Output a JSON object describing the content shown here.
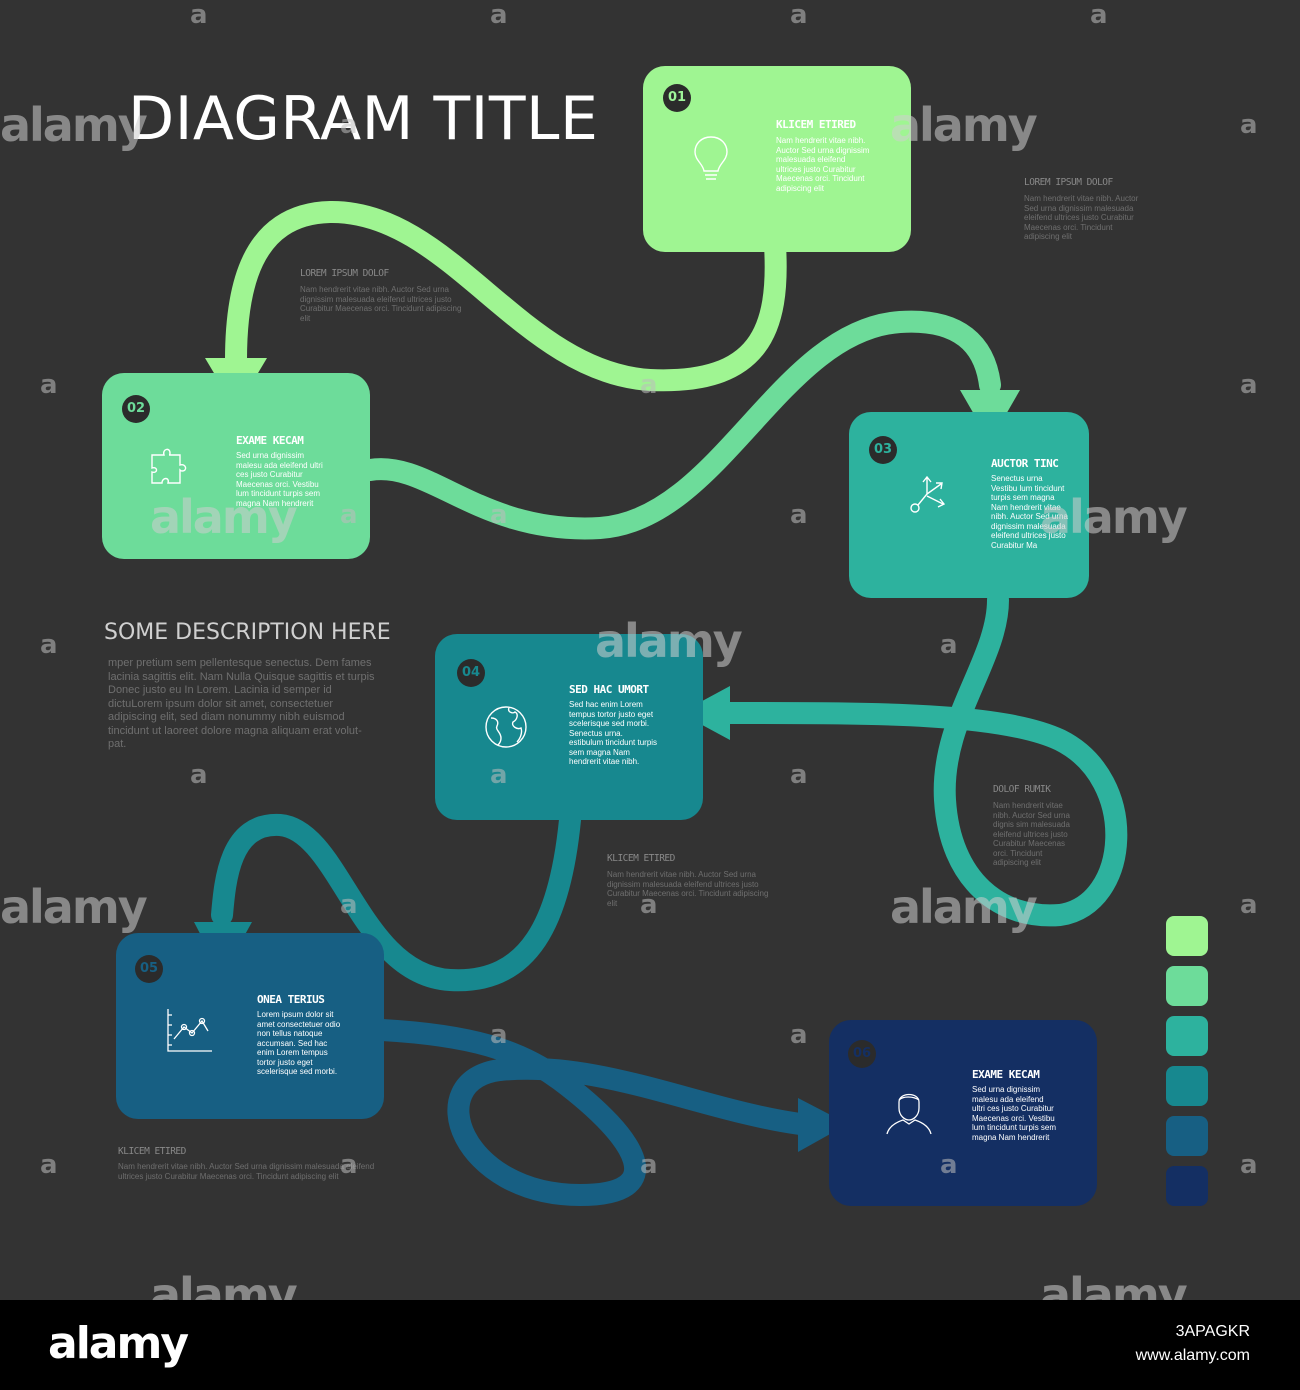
{
  "title": "DIAGRAM TITLE",
  "colors": {
    "background": "#333333",
    "step1": "#9ff592",
    "step2": "#6ddc9a",
    "step3": "#2db29e",
    "step4": "#17888f",
    "step5": "#175f83",
    "step6": "#142f63",
    "footer": "#000000"
  },
  "steps": [
    {
      "number": "01",
      "title": "KLICEM ETIRED",
      "text": "Nam hendrerit vitae nibh. Auctor Sed urna dignissim malesuada eleifend ultrices justo Curabitur Maecenas orci. Tincidunt adipiscing elit",
      "icon": "lightbulb-icon"
    },
    {
      "number": "02",
      "title": "EXAME KECAM",
      "text": "Sed urna dignissim malesu ada eleifend ultri ces justo Curabitur Maecenas orci. Vestibu lum tincidunt turpis sem magna Nam hendrerit",
      "icon": "puzzle-icon"
    },
    {
      "number": "03",
      "title": "AUCTOR TINC",
      "text": "Senectus urna Vestibu lum tincidunt turpis sem magna Nam hendrerit vitae nibh. Auctor Sed urna dignissim malesuada eleifend ultrices justo Curabitur Ma",
      "icon": "split-arrows-icon"
    },
    {
      "number": "04",
      "title": "SED HAC UMORT",
      "text": "Sed hac enim Lorem tempus tortor justo eget scelerisque sed morbi. Senectus urna. estibulum tincidunt turpis sem magna Nam hendrerit vitae nibh.",
      "icon": "globe-icon"
    },
    {
      "number": "05",
      "title": "ONEA TERIUS",
      "text": "Lorem ipsum dolor sit amet consectetuer odio non tellus natoque accumsan. Sed hac enim Lorem tempus tortor justo eget scelerisque sed morbi.",
      "icon": "line-chart-icon"
    },
    {
      "number": "06",
      "title": "EXAME KECAM",
      "text": "Sed urna dignissim malesu ada eleifend ultri ces justo Curabitur Maecenas orci. Vestibu lum tincidunt turpis sem magna Nam hendrerit",
      "icon": "person-icon"
    }
  ],
  "notes": [
    {
      "title": "LOREM IPSUM DOLOF",
      "text": "Nam hendrerit vitae nibh. Auctor Sed urna dignissim malesuada eleifend ultrices justo Curabitur Maecenas orci. Tincidunt adipiscing elit"
    },
    {
      "title": "LOREM IPSUM DOLOF",
      "text": "Nam hendrerit vitae nibh. Auctor Sed urna dignissim malesuada eleifend ultrices justo Curabitur Maecenas orci. Tincidunt adipiscing elit"
    },
    {
      "title": "DOLOF RUMIK",
      "text": "Nam hendrerit vitae nibh. Auctor Sed urna dignis sim malesuada eleifend ultrices justo Curabitur Maecenas orci. Tincidunt adipiscing elit"
    },
    {
      "title": "KLICEM ETIRED",
      "text": "Nam hendrerit vitae nibh. Auctor Sed urna dignissim malesuada eleifend ultrices justo Curabitur Maecenas orci. Tincidunt adipiscing elit"
    },
    {
      "title": "KLICEM ETIRED",
      "text": "Nam hendrerit vitae nibh. Auctor Sed urna dignissim malesuada eleifend ultrices justo Curabitur Maecenas orci. Tincidunt adipiscing elit"
    }
  ],
  "description": {
    "heading": "SOME DESCRIPTION HERE",
    "text": "mper pretium sem pellentesque senectus. Dem fames lacinia sagittis elit. Nam Nulla Quisque sagittis et turpis Donec justo eu In Lorem. Lacinia id semper id dictuLorem ipsum dolor sit amet, consectetuer adipiscing elit, sed diam nonummy nibh euismod tincidunt ut laoreet dolore magna aliquam erat volut-pat."
  },
  "watermark": {
    "text": "alamy",
    "letter": "a"
  },
  "footer": {
    "logo": "alamy",
    "image_id": "3APAGKR",
    "url": "www.alamy.com"
  }
}
